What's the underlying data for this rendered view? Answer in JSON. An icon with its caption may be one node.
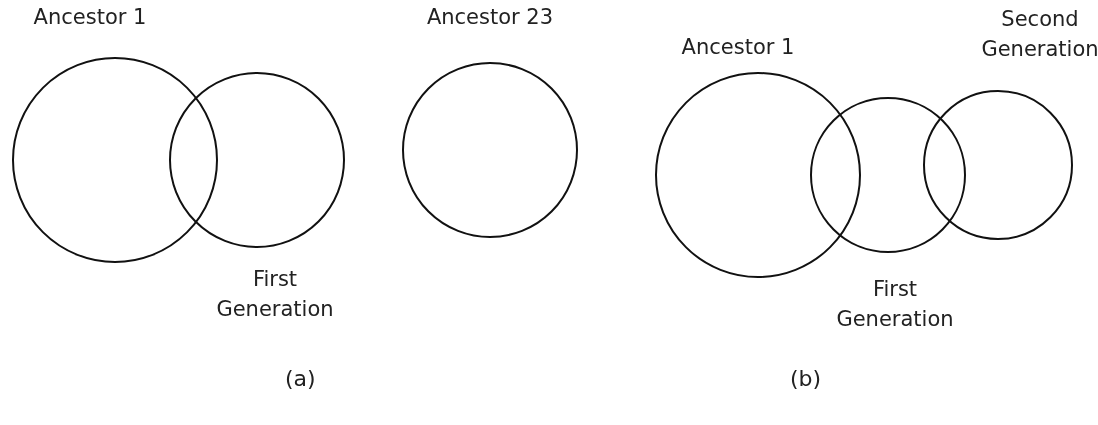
{
  "diagram": {
    "nodes": [
      {
        "text": [
          "Ancestor 1"
        ]
      },
      {
        "text": [
          "First Generation"
        ]
      },
      {
        "text": [
          "Ancestor 23"
        ]
      },
      {
        "text": [
          "Ancestor 1"
        ]
      },
      {
        "text": [
          "First Generation"
        ]
      },
      {
        "text": [
          "Second Generation"
        ]
      }
    ],
    "labels": [
      "(a)",
      "(b)"
    ]
  }
}
